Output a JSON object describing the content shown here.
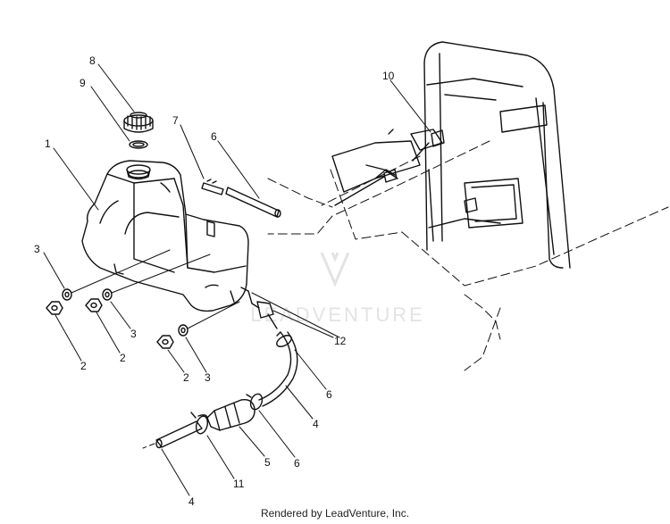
{
  "diagram": {
    "callouts": [
      "1",
      "2",
      "2",
      "2",
      "3",
      "3",
      "3",
      "4",
      "4",
      "5",
      "6",
      "6",
      "6",
      "7",
      "8",
      "9",
      "10",
      "11",
      "12"
    ],
    "watermark": "LEADVENTURE",
    "footer": "Rendered by LeadVenture, Inc."
  }
}
